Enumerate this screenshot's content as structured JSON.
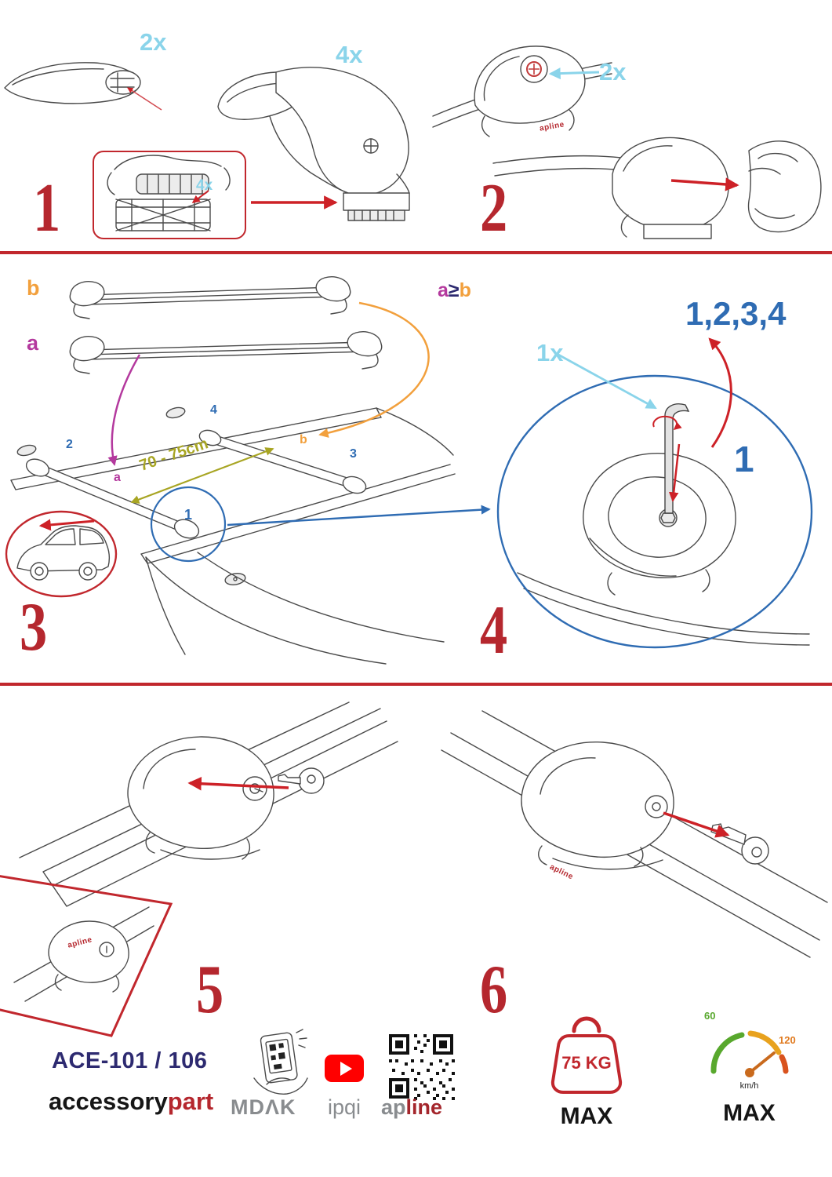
{
  "colors": {
    "red": "#b5272e",
    "arrow_red": "#cd2127",
    "cyan": "#8ad4ea",
    "blue": "#2f6cb3",
    "orange": "#f2a03d",
    "purple": "#b4399e",
    "olive": "#a8a523",
    "navy": "#2d2a70",
    "gray": "#898c8f",
    "youtube_red": "#ff0000",
    "gauge_green": "#58a82d",
    "gauge_orange": "#e07a1f"
  },
  "step1": {
    "number": "1",
    "bar_qty": "2x",
    "foot_qty": "4x",
    "pad_qty": "4x"
  },
  "step2": {
    "number": "2",
    "qty": "2x",
    "brand": "apline"
  },
  "step3": {
    "number": "3",
    "bar_b": "b",
    "bar_a": "a",
    "dimension": "70 - 75cm",
    "pos2": "2",
    "pos4": "4",
    "posb": "b",
    "pos3": "3",
    "posa": "a",
    "pos1": "1"
  },
  "step4": {
    "number": "4",
    "qty": "1x",
    "sequence": "1,2,3,4",
    "first": "1",
    "cond_a": "a",
    "cond_op": "≥",
    "cond_b": "b"
  },
  "step5": {
    "number": "5",
    "brand": "apline"
  },
  "step6": {
    "number": "6",
    "brand": "apline"
  },
  "footer": {
    "model": "ACE-101 / 106",
    "brand_black": "accessory",
    "brand_red": "part",
    "mdak": "MDΛK",
    "ipqi": "ipqi",
    "apline_gray": "ap",
    "apline_red": "line",
    "weight": "75 KG",
    "weight_max": "MAX",
    "speed_low": "60",
    "speed_high": "120",
    "speed_unit": "km/h",
    "speed_max": "MAX"
  }
}
